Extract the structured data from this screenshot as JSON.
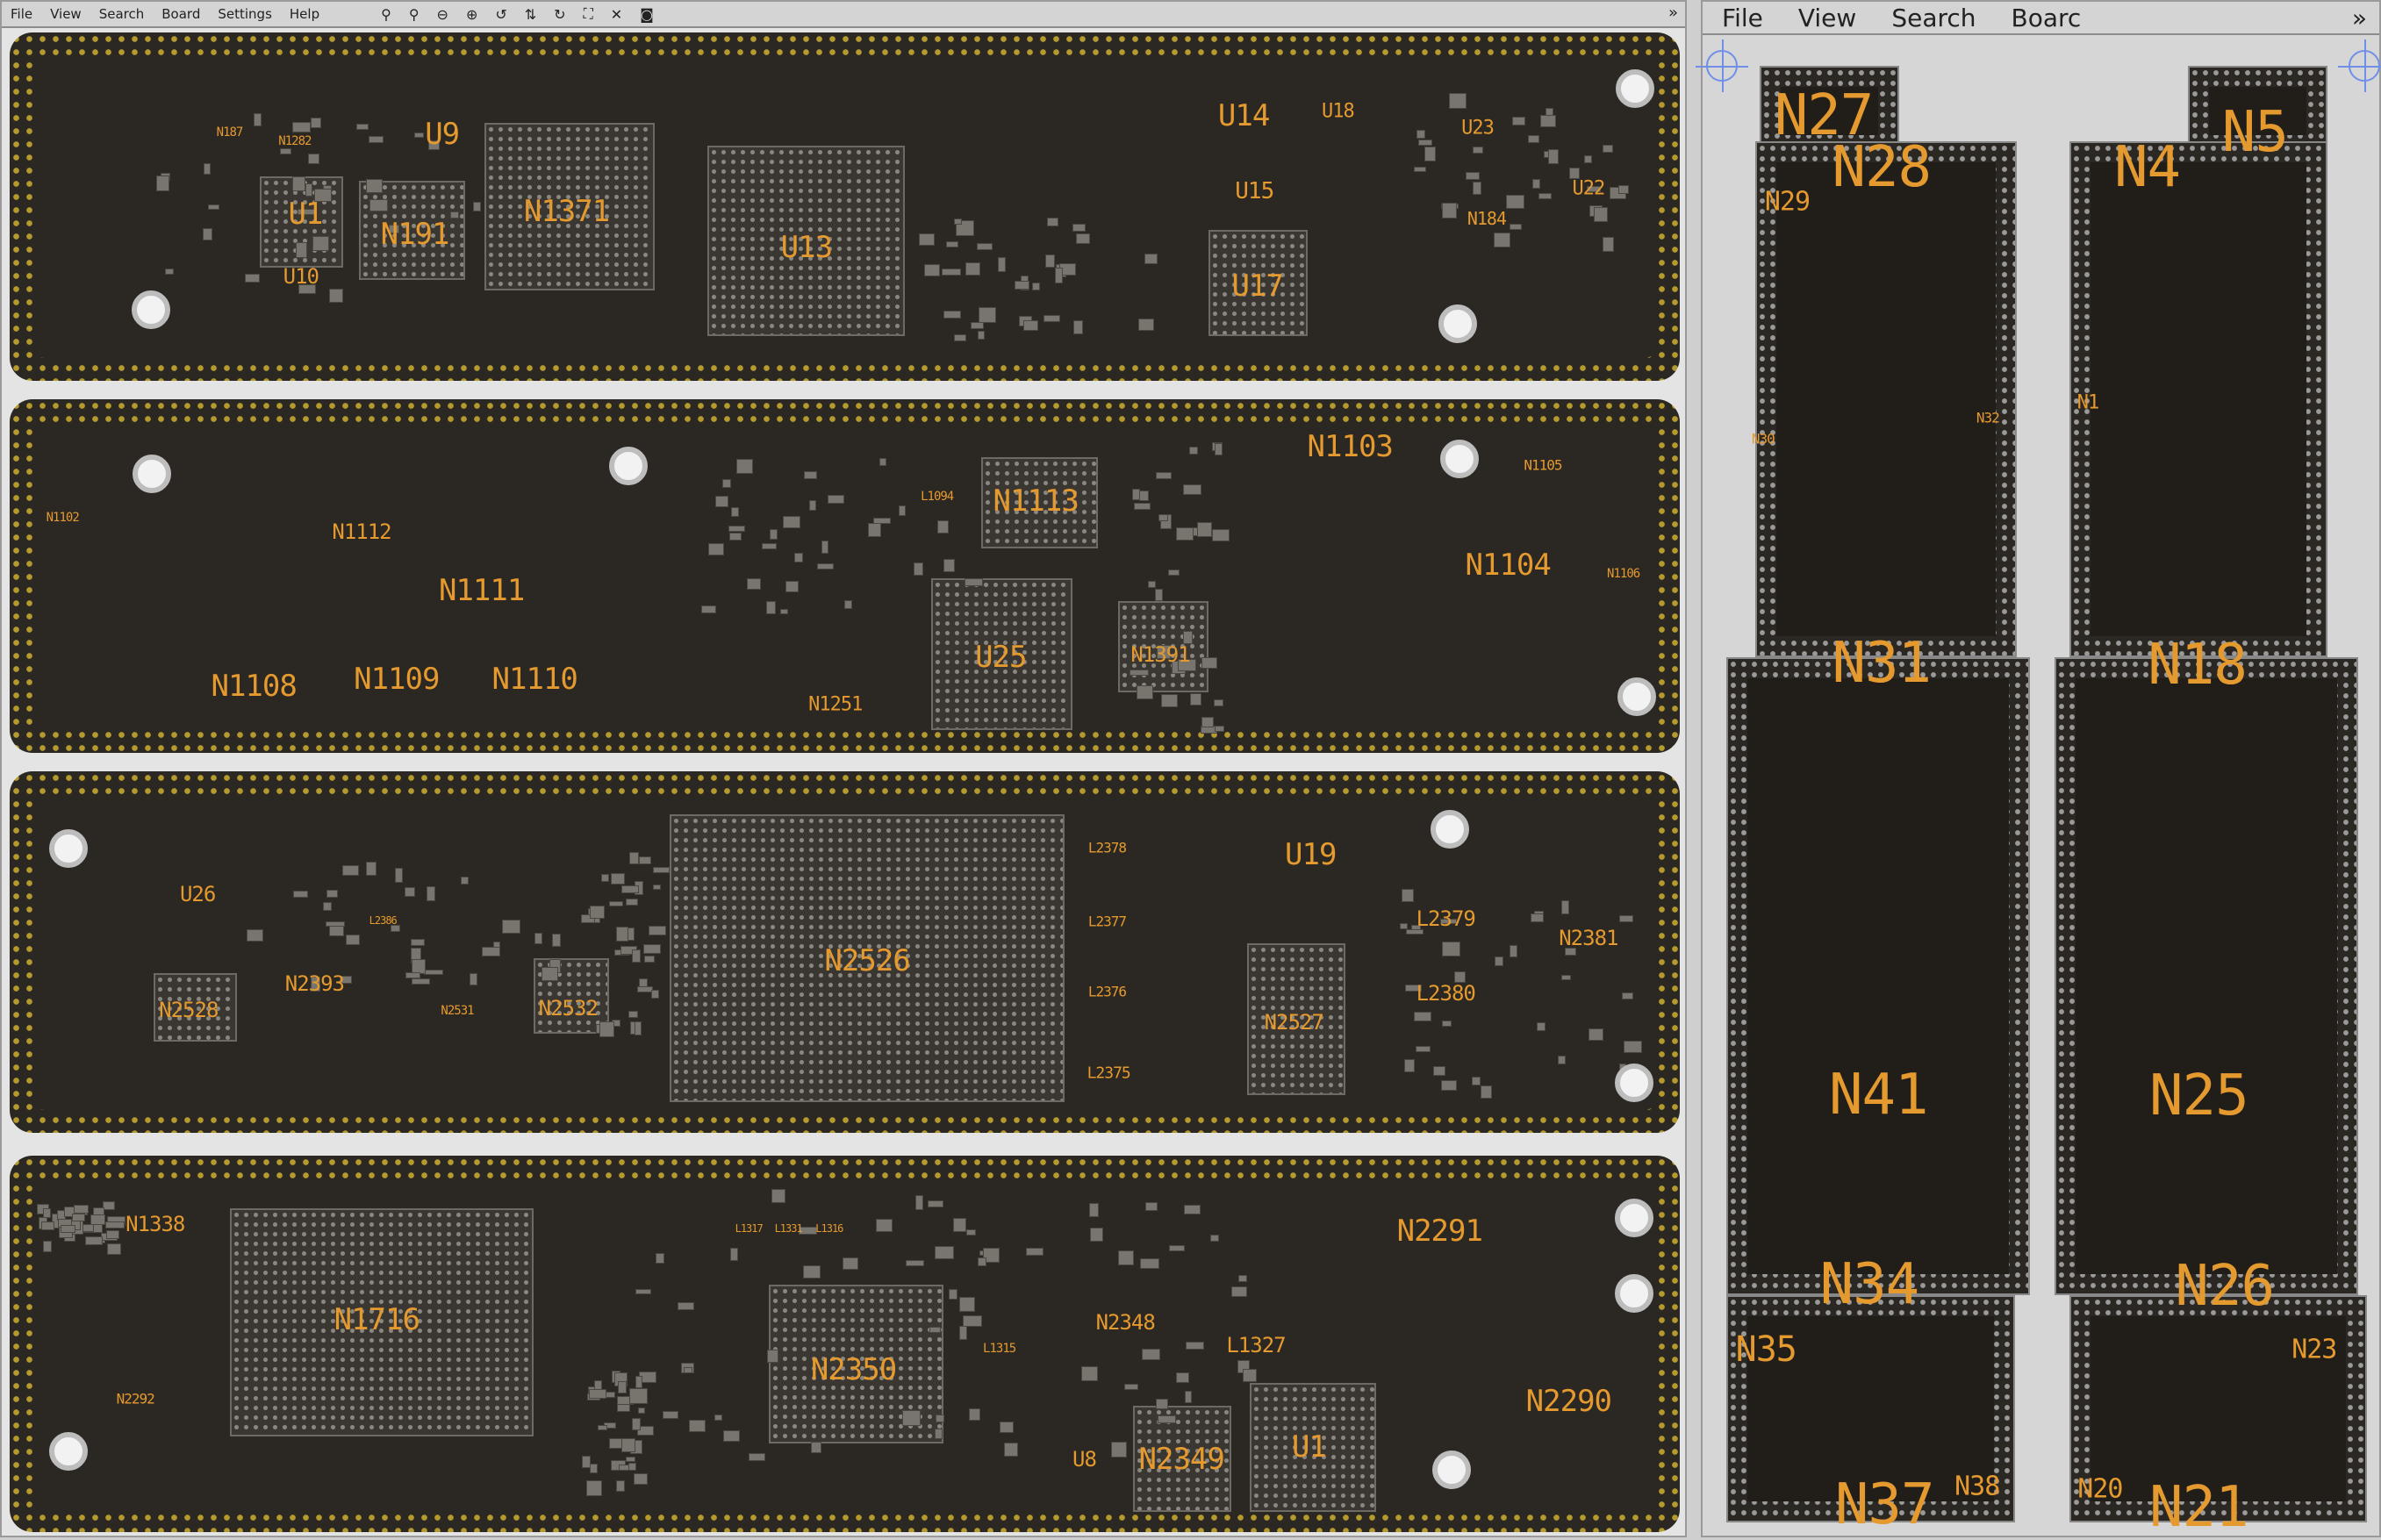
{
  "left_window": {
    "menu": [
      "File",
      "View",
      "Search",
      "Board",
      "Settings",
      "Help"
    ],
    "toolbar": [
      {
        "icon": "zoom-fit-icon",
        "glyph": "⚲"
      },
      {
        "icon": "zoom-area-icon",
        "glyph": "⚲"
      },
      {
        "icon": "zoom-out-icon",
        "glyph": "⊖"
      },
      {
        "icon": "zoom-in-icon",
        "glyph": "⊕"
      },
      {
        "icon": "rotate-ccw-icon",
        "glyph": "↺"
      },
      {
        "icon": "flip-icon",
        "glyph": "⇅"
      },
      {
        "icon": "rotate-cw-icon",
        "glyph": "↻"
      },
      {
        "icon": "center-icon",
        "glyph": "⛶"
      },
      {
        "icon": "close-icon",
        "glyph": "✕"
      },
      {
        "icon": "camera-icon",
        "glyph": "◙"
      }
    ],
    "overflow": "»",
    "labels": [
      "U9",
      "N1371",
      "U1",
      "N191",
      "U10",
      "U13",
      "U14",
      "U15",
      "U17",
      "U18",
      "U23",
      "U22",
      "N184",
      "N187",
      "N1282",
      "N1103",
      "N1113",
      "N1112",
      "N1111",
      "N1104",
      "N1108",
      "N1109",
      "N1110",
      "U25",
      "N1391",
      "N1251",
      "N1102",
      "N1105",
      "N1106",
      "L1094",
      "U26",
      "N2526",
      "U19",
      "L2379",
      "N2381",
      "L2380",
      "N2527",
      "N2393",
      "N2528",
      "N2532",
      "L2375",
      "L2378",
      "L2377",
      "L2376",
      "N2531",
      "L2386",
      "N1338",
      "N1716",
      "N2291",
      "N2350",
      "N2348",
      "L1327",
      "N2290",
      "N2349",
      "U1",
      "U8",
      "N2292",
      "L1317",
      "L1331",
      "L1316",
      "L1315"
    ]
  },
  "right_window": {
    "menu": [
      "File",
      "View",
      "Search",
      "Boarc"
    ],
    "overflow": "»",
    "labels": [
      "N27",
      "N5",
      "N28",
      "N4",
      "N29",
      "N31",
      "N18",
      "N41",
      "N25",
      "N34",
      "N26",
      "N35",
      "N23",
      "N37",
      "N38",
      "N20",
      "N21",
      "N1",
      "N30",
      "N32"
    ]
  }
}
